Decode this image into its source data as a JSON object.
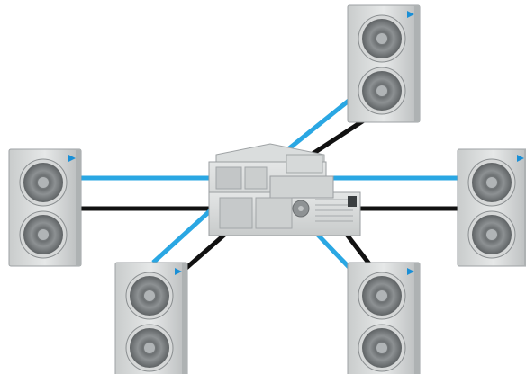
{
  "diagram": {
    "central_unit": {
      "kind": "air-handling-unit"
    },
    "outdoor_units": [
      {
        "id": "top-right"
      },
      {
        "id": "left"
      },
      {
        "id": "right"
      },
      {
        "id": "bottom-left"
      },
      {
        "id": "bottom-right"
      }
    ],
    "pipe_colors": {
      "refrigerant": "#2aa7e3",
      "drain": "#111111"
    },
    "unit_colors": {
      "casing": "#d9dcdc",
      "casing_shadow": "#a8acae",
      "fan_grille": "#7c8082",
      "logo": "#1a8fd6"
    }
  }
}
